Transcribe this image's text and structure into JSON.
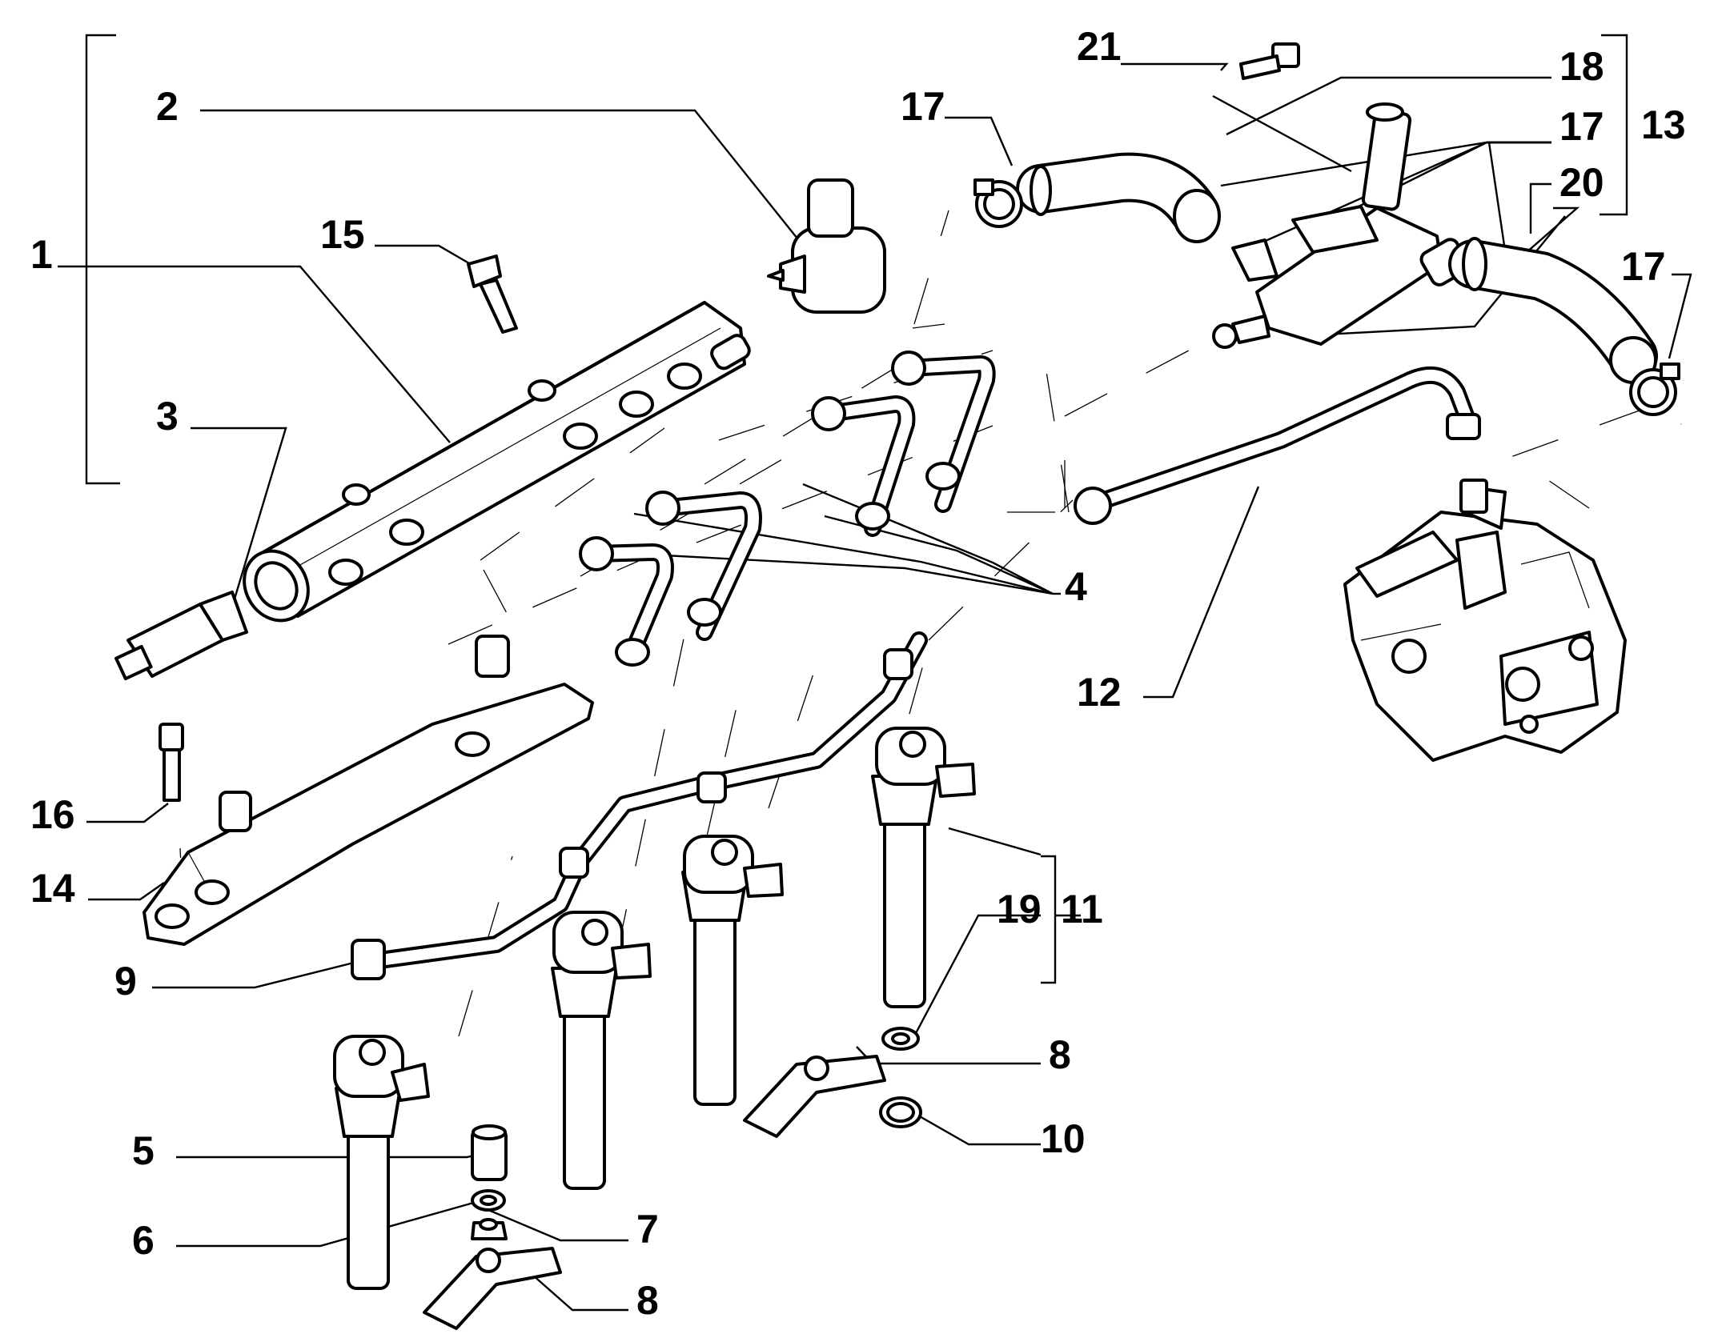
{
  "callouts": [
    {
      "id": "c1",
      "text": "1"
    },
    {
      "id": "c2",
      "text": "2"
    },
    {
      "id": "c3",
      "text": "3"
    },
    {
      "id": "c4",
      "text": "4"
    },
    {
      "id": "c5",
      "text": "5"
    },
    {
      "id": "c6",
      "text": "6"
    },
    {
      "id": "c7",
      "text": "7"
    },
    {
      "id": "c8a",
      "text": "8"
    },
    {
      "id": "c8b",
      "text": "8"
    },
    {
      "id": "c9",
      "text": "9"
    },
    {
      "id": "c10",
      "text": "10"
    },
    {
      "id": "c11",
      "text": "11"
    },
    {
      "id": "c12",
      "text": "12"
    },
    {
      "id": "c13",
      "text": "13"
    },
    {
      "id": "c14",
      "text": "14"
    },
    {
      "id": "c15",
      "text": "15"
    },
    {
      "id": "c16",
      "text": "16"
    },
    {
      "id": "c17a",
      "text": "17"
    },
    {
      "id": "c17b",
      "text": "17"
    },
    {
      "id": "c17c",
      "text": "17"
    },
    {
      "id": "c18",
      "text": "18"
    },
    {
      "id": "c19",
      "text": "19"
    },
    {
      "id": "c20",
      "text": "20"
    },
    {
      "id": "c21",
      "text": "21"
    }
  ]
}
